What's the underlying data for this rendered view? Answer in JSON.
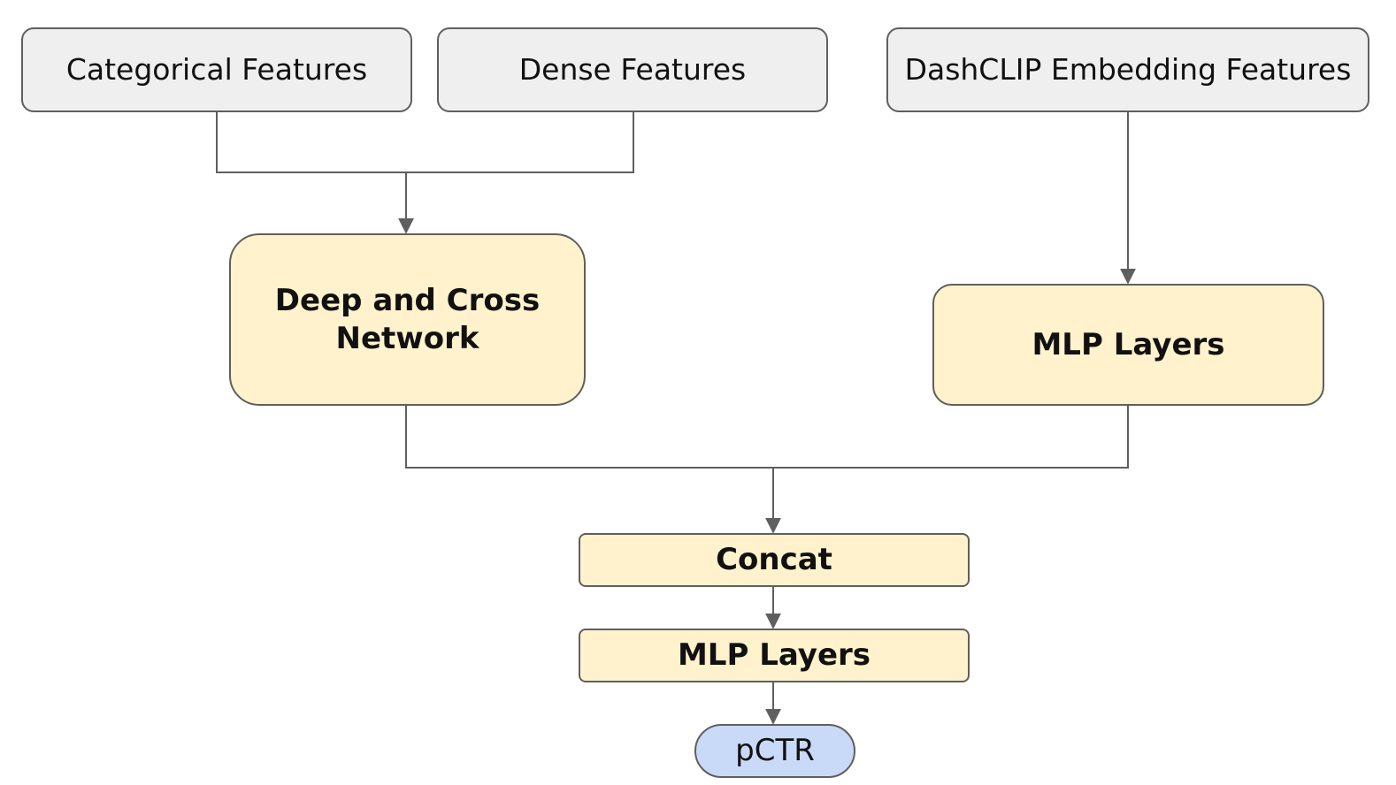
{
  "diagram": {
    "nodes": {
      "categorical_features": {
        "label": "Categorical Features"
      },
      "dense_features": {
        "label": "Dense Features"
      },
      "dashclip_embedding_features": {
        "label": "DashCLIP Embedding Features"
      },
      "deep_and_cross_network": {
        "label": "Deep and Cross Network"
      },
      "mlp_layers_embedding": {
        "label": "MLP Layers"
      },
      "concat": {
        "label": "Concat"
      },
      "mlp_layers_final": {
        "label": "MLP Layers"
      },
      "pctr": {
        "label": "pCTR"
      }
    },
    "edges": [
      {
        "from": "categorical_features",
        "to": "deep_and_cross_network"
      },
      {
        "from": "dense_features",
        "to": "deep_and_cross_network"
      },
      {
        "from": "dashclip_embedding_features",
        "to": "mlp_layers_embedding"
      },
      {
        "from": "deep_and_cross_network",
        "to": "concat"
      },
      {
        "from": "mlp_layers_embedding",
        "to": "concat"
      },
      {
        "from": "concat",
        "to": "mlp_layers_final"
      },
      {
        "from": "mlp_layers_final",
        "to": "pctr"
      }
    ],
    "colors": {
      "input_fill": "#efefef",
      "process_fill": "#fff2cc",
      "output_fill": "#c9daf8",
      "stroke": "#5f5f5f"
    }
  }
}
